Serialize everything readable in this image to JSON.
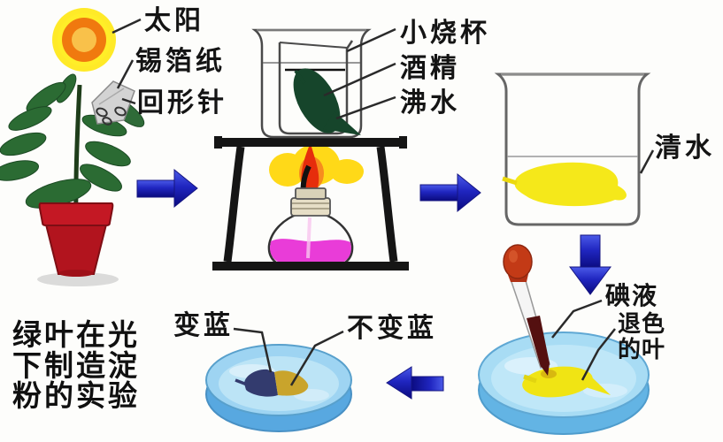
{
  "title": {
    "text": "绿叶在光\n下制造淀\n粉的实验"
  },
  "labels": {
    "sun": "太阳",
    "tin_foil": "锡箔纸",
    "paper_clip": "回形针",
    "small_beaker": "小烧杯",
    "alcohol": "酒精",
    "boiling_water": "沸水",
    "clear_water": "清水",
    "iodine": "碘液",
    "faded_leaf": "退色\n的叶",
    "turns_blue": "变蓝",
    "not_turn_blue": "不变蓝"
  },
  "colors": {
    "arrow_blue_light": "#4a5ae8",
    "arrow_blue_dark": "#0a0a7e",
    "sun_outer": "#ffe602",
    "sun_ring": "#f0790f",
    "sun_core": "#f9c14a",
    "plant_leaf": "#2b6b33",
    "pot_red": "#b2141e",
    "boiled_leaf_green": "#16452b",
    "flame_yellow": "#ffd918",
    "flame_orange": "#f78c1e",
    "flame_red": "#e62d0c",
    "lamp_liquid_pink": "#e93cd8",
    "bleached_leaf_yellow": "#f5e81a",
    "petri_blue": "#9ed4f2",
    "iodine_dark_red": "#541010",
    "stained_leaf_navy": "#333b6e",
    "unstained_leaf_brown": "#c9a42c",
    "text_black": "#141414"
  }
}
